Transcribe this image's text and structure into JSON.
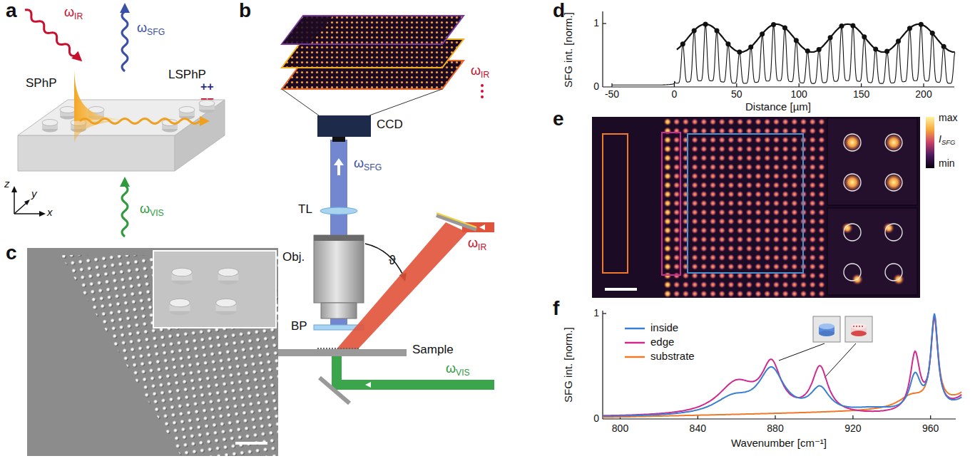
{
  "diagram": {
    "labels": [
      "a",
      "ωIR",
      "ωSFG",
      "SPhP",
      "LSPhP",
      "++",
      "−−",
      "z",
      "y",
      "x",
      "ωVIS",
      "b",
      "ωIR",
      "CCD",
      "ωSFG",
      "TL",
      "Obj.",
      "ϑ",
      "ωIR",
      "BP",
      "Sample",
      "ωVIS",
      "c",
      "d",
      "SFG int. [norm.]",
      "1",
      "0",
      "-50",
      "0",
      "50",
      "100",
      "150",
      "200",
      "Distance [µm]",
      "e",
      "max",
      "ISFG",
      "min",
      "f",
      "SFG int. [norm.]",
      "1",
      "0",
      "800",
      "840",
      "880",
      "920",
      "960",
      "Wavenumber [cm⁻¹]"
    ],
    "legend": [
      {
        "text": "inside"
      },
      {
        "text": "edge"
      },
      {
        "text": "substrate"
      }
    ]
  }
}
